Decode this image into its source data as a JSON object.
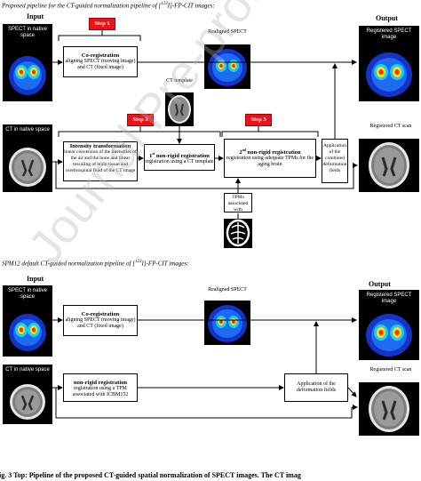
{
  "top": {
    "title_prefix": "Proposed pipeline for the CT-guided normalization pipeline of [",
    "title_sup": "123",
    "title_suffix": "I]-FP-CIT images:",
    "input_label": "Input",
    "output_label": "Output",
    "spect_native": "SPECT in native space",
    "ct_native": "CT in native space",
    "realigned_spect": "Realigned SPECT",
    "ct_template": "CT template",
    "registered_spect": "Registered SPECT image",
    "registered_ct": "Registered CT scan",
    "step1": "Step 1",
    "step2": "Step 2",
    "step3": "Step 3",
    "coreg_title": "Co-registration",
    "coreg_body": "aligning SPECT (moving image) and CT (fixed image)",
    "intensity_title": "Intensity transformation",
    "intensity_body": "linear conversion of the intensities of the air and the bone and linear rescaling of brain tissue and cerebrospinal fluid of the CT image",
    "nonrigid1_title_a": "1",
    "nonrigid1_sup": "st",
    "nonrigid1_title_b": " non-rigid registration",
    "nonrigid1_body": "registration using a CT template",
    "nonrigid2_title_a": "2",
    "nonrigid2_sup": "nd",
    "nonrigid2_title_b": " non-rigid registration",
    "nonrigid2_body": "registration using adequate TPMs for the aging brain",
    "application_combined": "Application of the combined deformation fields",
    "tpms_label": "TPMs associated with MIITRA"
  },
  "bottom": {
    "title_prefix": "SPM12 default CT-guided normalization pipeline of [",
    "title_sup": "123",
    "title_suffix": "I]-FP-CIT images:",
    "input_label": "Input",
    "output_label": "Output",
    "spect_native": "SPECT in native space",
    "ct_native": "CT in native space",
    "realigned_spect": "Realigned SPECT",
    "registered_spect": "Registered SPECT image",
    "registered_ct": "Registered CT scan",
    "coreg_title": "Co-registration",
    "coreg_body": "aligning SPECT (moving image) and CT (fixed image)",
    "nonrigid_title": "non-rigid registration",
    "nonrigid_body": "registration using a TPM associated with ICBM152",
    "application": "Application of the deformation fields"
  },
  "footer": {
    "caption": "ig. 3 Top: Pipeline of the proposed CT-guided spatial normalization of SPECT images. The CT imag"
  },
  "watermark": "Journal Pre-proof",
  "colors": {
    "step_red": "#e8141a",
    "spect_hot": "#ffff00",
    "spect_bg": "#0a2db5"
  },
  "icons": {
    "spect": "spect-scan-image",
    "ct": "ct-scan-image",
    "template": "ct-template-image",
    "tpm": "tpm-brain-image"
  }
}
